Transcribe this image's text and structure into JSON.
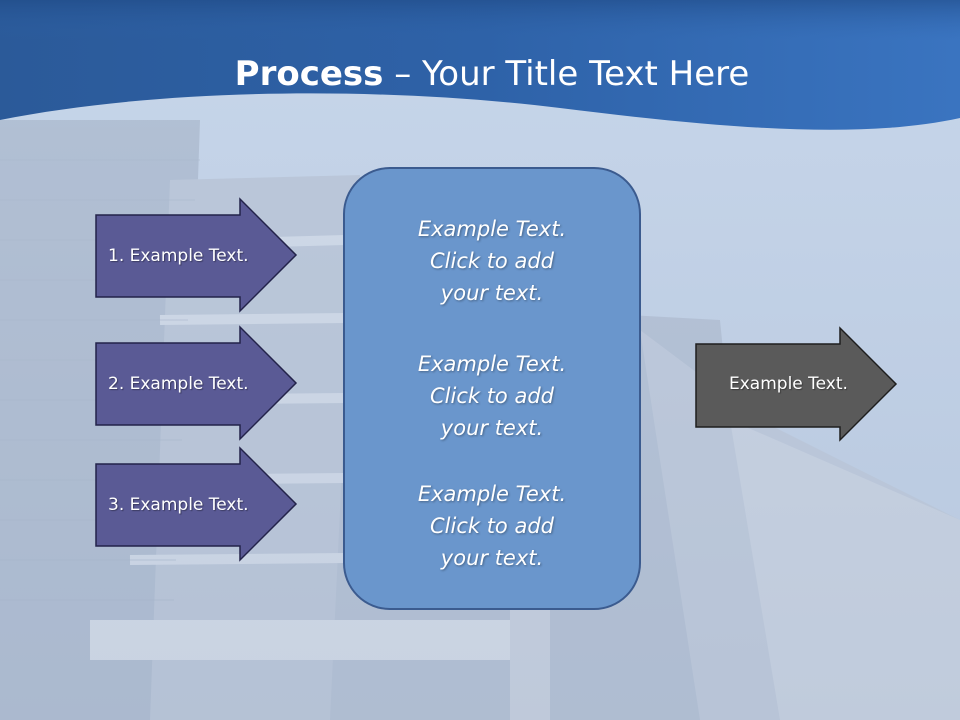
{
  "title": {
    "bold": "Process",
    "dash": " – ",
    "rest": "Your Title Text Here"
  },
  "left_arrows": [
    {
      "label": "1. Example Text."
    },
    {
      "label": "2. Example Text."
    },
    {
      "label": "3. Example Text."
    }
  ],
  "center_box": {
    "blocks": [
      {
        "line1": "Example Text.",
        "line2": "Click  to add",
        "line3": "your text."
      },
      {
        "line1": "Example Text.",
        "line2": "Click  to add",
        "line3": "your text."
      },
      {
        "line1": "Example Text.",
        "line2": "Click  to add",
        "line3": "your text."
      }
    ]
  },
  "right_arrow": {
    "label": "Example Text."
  },
  "colors": {
    "header_blue": "#2f5f9e",
    "left_arrow_fill": "#5a5a95",
    "center_box_fill": "#6a96cc",
    "center_box_border": "#3b5b8f",
    "right_arrow_fill": "#5a5a5a"
  }
}
